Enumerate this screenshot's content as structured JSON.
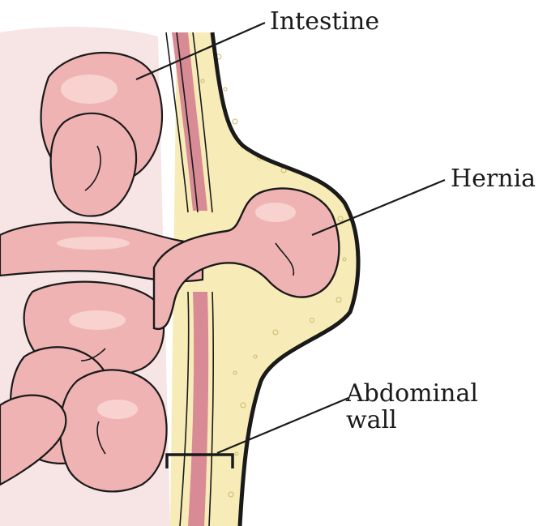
{
  "labels": {
    "intestine": "Intestine",
    "hernia": "Hernia",
    "abdominal_line1": "Abdominal",
    "abdominal_line2": "wall"
  },
  "colors": {
    "intestine_fill": "#f0b3b3",
    "intestine_highlight": "#f8d2cf",
    "fat_fill": "#f7ecb8",
    "muscle_fill": "#d98b95",
    "outline": "#1a1a1a",
    "background": "#ffffff"
  }
}
